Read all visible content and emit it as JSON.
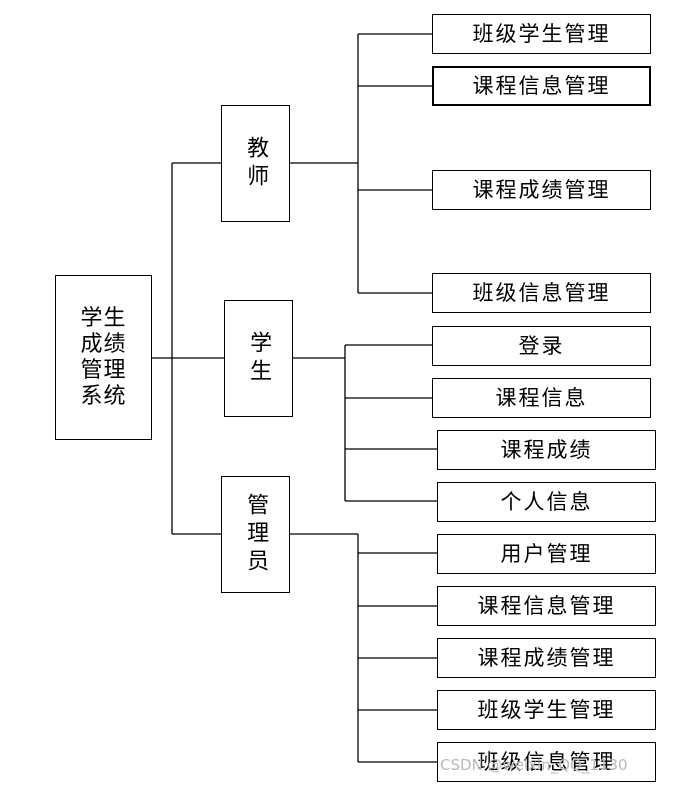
{
  "root": {
    "label": "学生成绩管理系统"
  },
  "roles": {
    "teacher": {
      "label": "教师",
      "items": [
        "班级学生管理",
        "课程信息管理",
        "课程成绩管理",
        "班级信息管理"
      ]
    },
    "student": {
      "label": "学生",
      "items": [
        "登录",
        "课程信息",
        "课程成绩",
        "个人信息"
      ]
    },
    "admin": {
      "label": "管理员",
      "items": [
        "用户管理",
        "课程信息管理",
        "课程成绩管理",
        "班级学生管理",
        "班级信息管理"
      ]
    }
  },
  "watermark": "CSDN @weixin_QQ_1130"
}
